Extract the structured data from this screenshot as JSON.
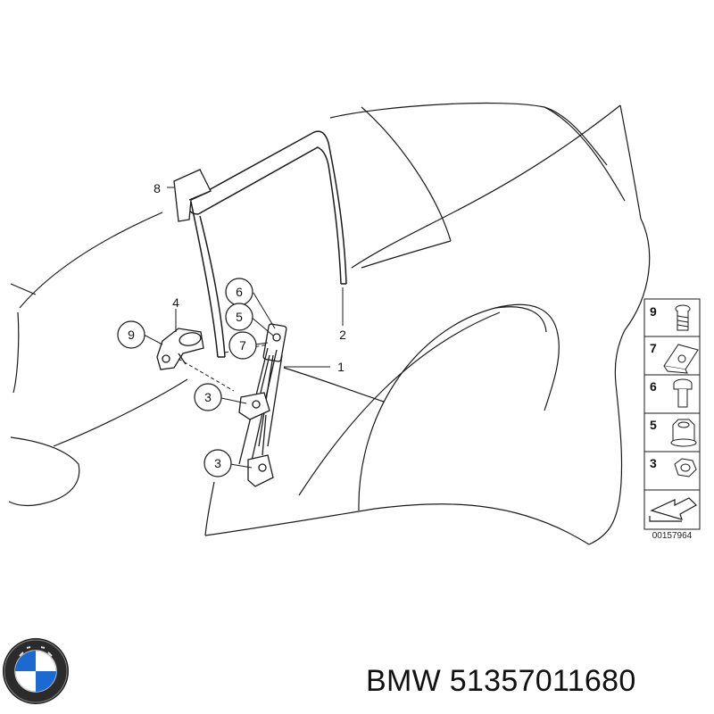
{
  "diagram": {
    "callouts": [
      {
        "id": "c8",
        "label": "8"
      },
      {
        "id": "c6",
        "label": "6"
      },
      {
        "id": "c5",
        "label": "5"
      },
      {
        "id": "c7",
        "label": "7"
      },
      {
        "id": "c4",
        "label": "4"
      },
      {
        "id": "c9",
        "label": "9"
      },
      {
        "id": "c3a",
        "label": "3"
      },
      {
        "id": "c3b",
        "label": "3"
      },
      {
        "id": "c1",
        "label": "1"
      },
      {
        "id": "c2",
        "label": "2"
      }
    ],
    "legend": {
      "items": [
        {
          "label": "9",
          "part": "screw"
        },
        {
          "label": "7",
          "part": "clip-nut"
        },
        {
          "label": "6",
          "part": "bolt"
        },
        {
          "label": "5",
          "part": "collar-nut"
        },
        {
          "label": "3",
          "part": "hex-nut"
        }
      ],
      "code": "00157964"
    }
  },
  "footer": {
    "brand": "BMW",
    "part_number": "51357011680"
  },
  "colors": {
    "line": "#1a1a1a",
    "logo_blue": "#1c69d4",
    "logo_ring": "#111111"
  }
}
